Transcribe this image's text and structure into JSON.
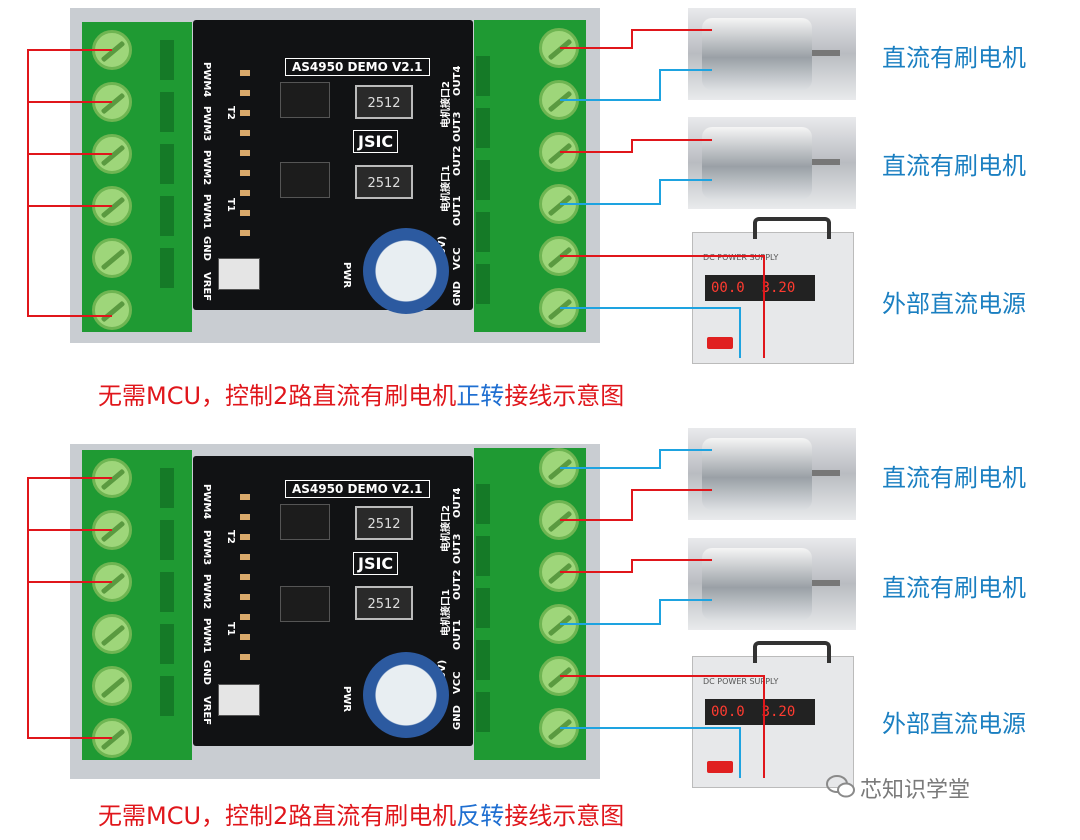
{
  "board": {
    "title": "AS4950 DEMO V2.1",
    "brand": "JSIC",
    "resistor_label": "2512",
    "left_pins": [
      "PWM4",
      "PWM3",
      "PWM2",
      "PWM1",
      "GND",
      "VREF"
    ],
    "right_pins": [
      "OUT4",
      "OUT3",
      "OUT2",
      "OUT1",
      "VCC",
      "GND"
    ],
    "right_group_labels": [
      "电机接口2",
      "电机接口1",
      "40V)"
    ],
    "silk": [
      "T2",
      "T1",
      "PWR"
    ]
  },
  "labels": {
    "motor1": "直流有刷电机",
    "motor2": "直流有刷电机",
    "power": "外部直流电源"
  },
  "psu": {
    "display_v": "00.0",
    "display_a": "3.20",
    "brand": "DC POWER SUPPLY"
  },
  "captions": {
    "top": {
      "prefix": "无需MCU，控制2路直流有刷电机",
      "direction": "正转",
      "suffix": "接线示意图"
    },
    "bottom": {
      "prefix": "无需MCU，控制2路直流有刷电机",
      "direction": "反转",
      "suffix": "接线示意图"
    }
  },
  "watermark": "芯知识学堂",
  "colors": {
    "red_wire": "#e0161b",
    "blue_wire": "#1ea3e0",
    "terminal": "#1f9a33",
    "label": "#1a7fc1"
  }
}
